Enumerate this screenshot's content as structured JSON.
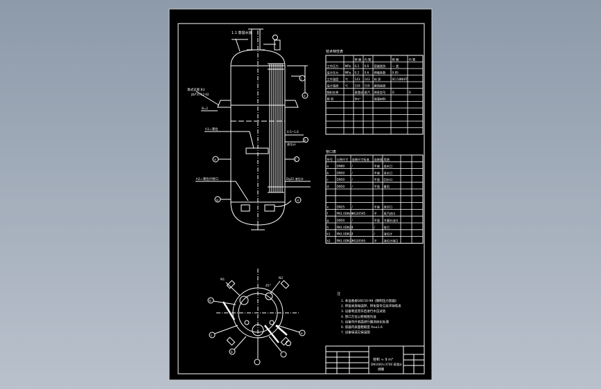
{
  "colors": {
    "background": "#95a1b0",
    "sheet": "#000000",
    "lines": "#ffffff"
  },
  "labels": {
    "top_nozzle": "1.1 蒸馏水接",
    "nozzle_j": "j",
    "nozzle_a_top": "a",
    "nozzle_e": "e",
    "support_note": "耳式支座 B3",
    "support_sub": "JB/T4712-92",
    "dim_left": "B=2",
    "level_note": "h1=液位",
    "inner_note": "0.5~1.6",
    "inner_note_sub": "液位计",
    "bottom_note": "h2=液位计接口",
    "nozzle_g": "g",
    "nozzle_f": "f",
    "nozzle_d": "d",
    "nozzle_k": "k",
    "gauge_note": "Dg32 液位计",
    "plan_n1": "N1",
    "plan_n2": "N2",
    "plan_angle": "45°",
    "bubble_left": "b",
    "bubble_c": "c",
    "bubble_e": "e",
    "bubble_b": "b"
  },
  "tables": {
    "tech_title": "技术特性表",
    "tech_rows": [
      [
        "",
        "",
        "容 器",
        "内 管",
        "",
        "容 器",
        "内 管"
      ],
      [
        "工作压力",
        "MPa",
        "0.2",
        "0.6",
        "容器类别",
        "一 类",
        ""
      ],
      [
        "设计压力",
        "MPa",
        "0.2",
        "0.6",
        "焊缝系数",
        "0.85",
        ""
      ],
      [
        "工作温度",
        "℃",
        "143",
        "143",
        "材 质",
        "0Cr18Ni9Ti",
        ""
      ],
      [
        "设计温度",
        "℃",
        "150",
        "150",
        "腐蚀裕度",
        "",
        ""
      ],
      [
        "物料名称",
        "",
        "蒸馏水",
        "蒸汽",
        "焊条型号",
        "D",
        "D"
      ],
      [
        "容 积",
        "",
        "9m³",
        "",
        "保温材料",
        "",
        ""
      ],
      [
        "",
        "",
        "",
        "",
        "",
        "",
        ""
      ],
      [
        "",
        "",
        "",
        "",
        "",
        "",
        ""
      ],
      [
        "",
        "",
        "",
        "",
        "",
        "",
        ""
      ],
      [
        "",
        "",
        "",
        "",
        "",
        "",
        ""
      ],
      [
        "",
        "",
        "",
        "",
        "",
        "",
        ""
      ]
    ],
    "nozzle_title": "管口表",
    "nozzle_rows": [
      [
        "符号",
        "公称尺寸",
        "连接尺寸标准",
        "连接面",
        "用途",
        "",
        ""
      ],
      [
        "a",
        "DN80",
        "/",
        "平面",
        "出水口",
        "",
        ""
      ],
      [
        "b",
        "DN50",
        "/",
        "平面",
        "进水口",
        "",
        ""
      ],
      [
        "c",
        "DN50",
        "/",
        "平面",
        "回水口",
        "",
        ""
      ],
      [
        "d",
        "DN50",
        "/",
        "平面",
        "备用",
        "",
        ""
      ],
      [
        "",
        "",
        "",
        "",
        "",
        "",
        ""
      ],
      [
        "",
        "",
        "",
        "",
        "",
        "",
        ""
      ],
      [
        "e",
        "DN25",
        "/",
        "平面",
        "放空口",
        "",
        ""
      ],
      [
        "f",
        "PN1.0DN40",
        "HG20595",
        "平",
        "蒸汽进口",
        "",
        ""
      ],
      [
        "g",
        "DN50",
        "/",
        "平面",
        "冷凝水出口",
        "",
        ""
      ],
      [
        "h",
        "PN1.0DN25",
        "/",
        "/",
        "排污",
        "",
        ""
      ],
      [
        "k1",
        "PN1.0DN32",
        "/",
        "/",
        "液位计",
        "",
        ""
      ],
      [
        "k2",
        "PN1.0DN32",
        "HG20595",
        "平",
        "液位计接口",
        "",
        ""
      ]
    ]
  },
  "notes": {
    "title": "注",
    "items": [
      "1. 本设备按GB150-98《钢制压力容器》",
      "2. 焊接采用电弧焊，焊条型号见技术特性表",
      "3. 设备制造完毕后进行水压试验",
      "4. 管口方位以俯视图为准",
      "5. 设备内外表面进行酸洗钝化处理",
      "6. 容器内表面粗糙度 Ra≤1.6",
      "7. 设备保温见保温图 "
    ]
  },
  "title_block": {
    "line1": "容积 ≈ 9 m³",
    "line2": "DN1600×3700 蒸馏水",
    "line3": "储罐"
  }
}
